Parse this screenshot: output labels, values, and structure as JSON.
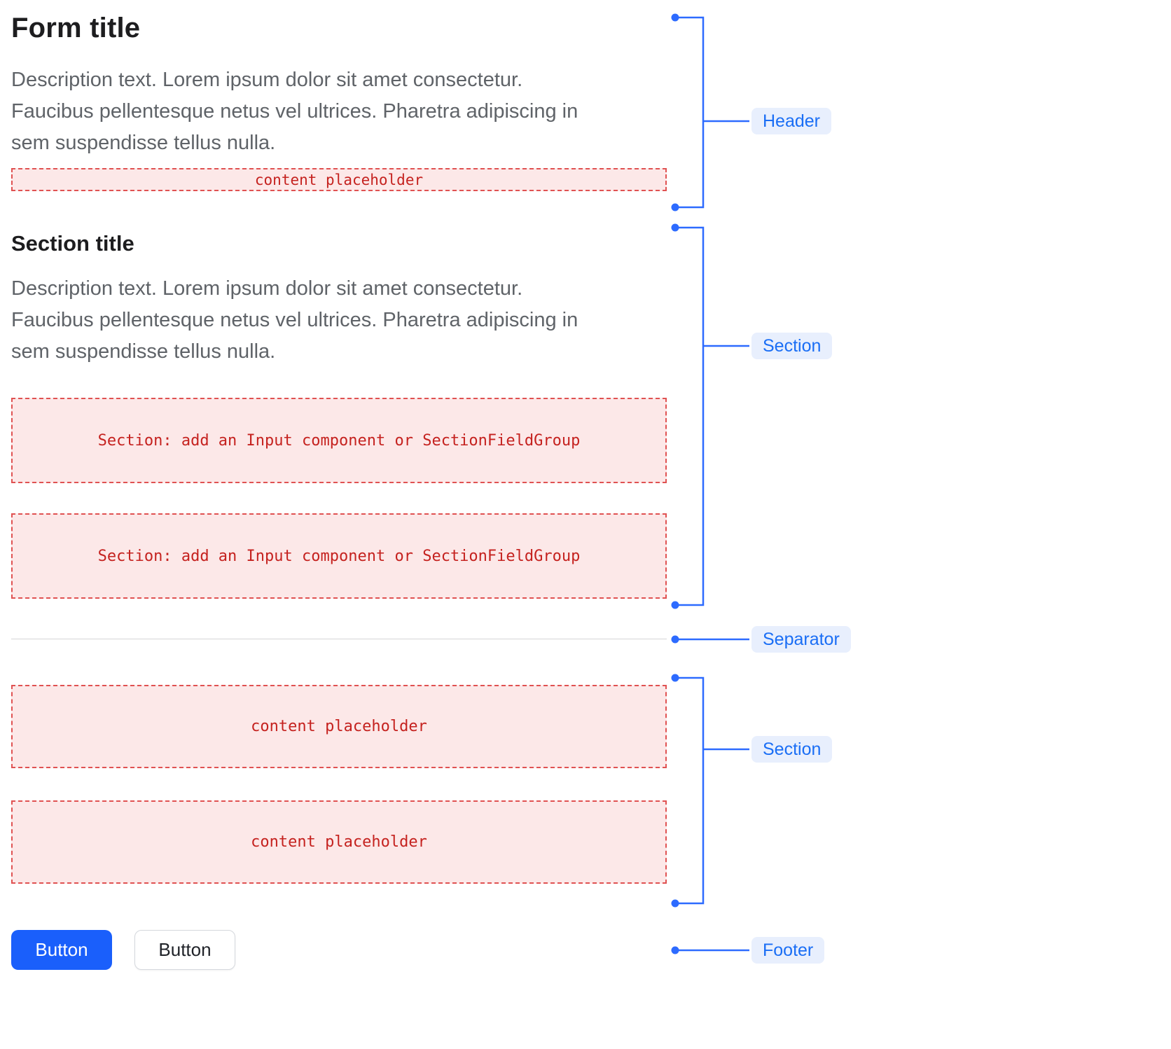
{
  "form": {
    "header": {
      "title": "Form title",
      "description": "Description text. Lorem ipsum dolor sit amet consectetur.\nFaucibus pellentesque netus vel ultrices. Pharetra adipiscing in\nsem suspendisse tellus nulla.",
      "placeholder_label": "content placeholder"
    },
    "section_1": {
      "title": "Section title",
      "description": "Description text. Lorem ipsum dolor sit amet consectetur.\nFaucibus pellentesque netus vel ultrices. Pharetra adipiscing in\nsem suspendisse tellus nulla.",
      "slots": [
        "Section: add an Input component or SectionFieldGroup",
        "Section: add an Input component or SectionFieldGroup"
      ]
    },
    "section_2": {
      "slots": [
        "content placeholder",
        "content placeholder"
      ]
    },
    "footer": {
      "primary_button_label": "Button",
      "secondary_button_label": "Button"
    }
  },
  "annotations": {
    "header_label": "Header",
    "section_1_label": "Section",
    "separator_label": "Separator",
    "section_2_label": "Section",
    "footer_label": "Footer"
  },
  "colors": {
    "annotation_blue": "#2d6bff",
    "annotation_label_bg": "#e8effd",
    "annotation_label_text": "#1a6ef5",
    "placeholder_bg": "#fce8e8",
    "placeholder_border": "#e05252",
    "placeholder_text": "#c5221f",
    "primary_button_bg": "#1a5ffb",
    "title_text": "#1d1d1f",
    "description_text": "#5f6368"
  }
}
